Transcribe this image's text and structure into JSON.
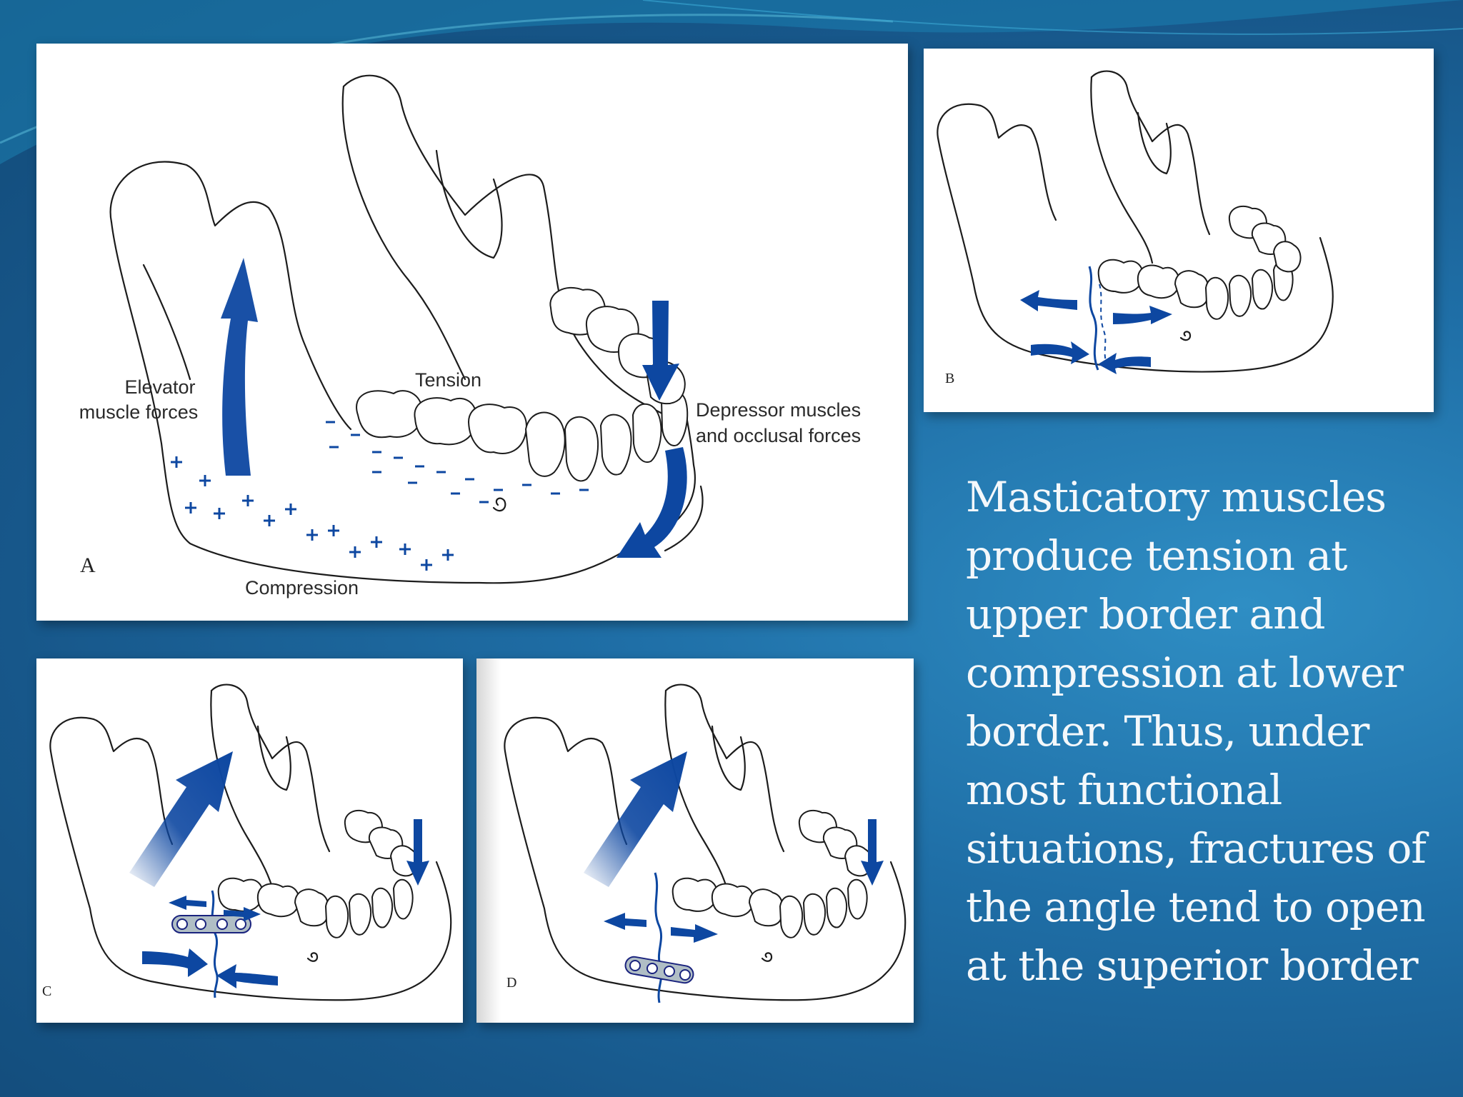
{
  "figure": {
    "panel_a": {
      "letter": "A",
      "labels": {
        "elevator_line1": "Elevator",
        "elevator_line2": "muscle forces",
        "tension": "Tension",
        "depressor_line1": "Depressor muscles",
        "depressor_line2": "and occlusal forces",
        "compression": "Compression"
      }
    },
    "panel_b": {
      "letter": "B"
    },
    "panel_c": {
      "letter": "C"
    },
    "panel_d": {
      "letter": "D"
    }
  },
  "caption": "Masticatory muscles produce tension at upper border and compression at lower border. Thus, under most functional situations, fractures of the angle tend to open at the superior border",
  "colors": {
    "arrow": "#0d47a1",
    "background": "#1f6fa7",
    "caption_text": "#f4f8fb"
  }
}
